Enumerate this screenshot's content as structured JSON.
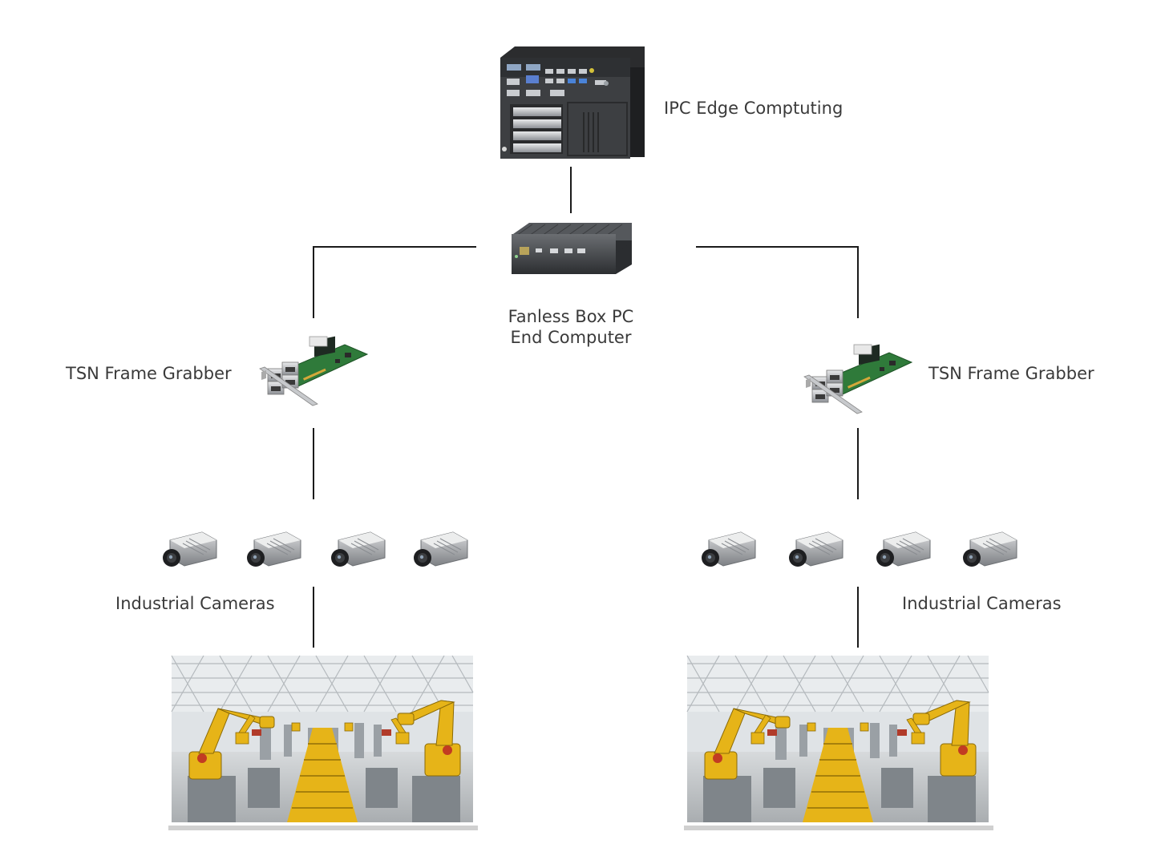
{
  "diagram": {
    "nodes": {
      "ipc": {
        "label": "IPC Edge Comptuting",
        "icon": "industrial-pc-icon"
      },
      "box_pc": {
        "label_line1": "Fanless Box PC",
        "label_line2": "End Computer",
        "icon": "fanless-box-pc-icon"
      },
      "grabber_left": {
        "label": "TSN Frame Grabber",
        "icon": "network-card-icon"
      },
      "grabber_right": {
        "label": "TSN Frame Grabber",
        "icon": "network-card-icon"
      },
      "cameras_left": {
        "label": "Industrial Cameras",
        "count": 4,
        "icon": "industrial-camera-icon"
      },
      "cameras_right": {
        "label": "Industrial Cameras",
        "count": 4,
        "icon": "industrial-camera-icon"
      },
      "factory_left": {
        "icon": "robotic-factory-photo"
      },
      "factory_right": {
        "icon": "robotic-factory-photo"
      }
    },
    "edges": [
      [
        "ipc",
        "box_pc"
      ],
      [
        "box_pc",
        "grabber_left"
      ],
      [
        "box_pc",
        "grabber_right"
      ],
      [
        "grabber_left",
        "cameras_left"
      ],
      [
        "grabber_right",
        "cameras_right"
      ],
      [
        "cameras_left",
        "factory_left"
      ],
      [
        "cameras_right",
        "factory_right"
      ]
    ],
    "colors": {
      "line": "#1a1a1a",
      "device_dark": "#3b3d40",
      "pcb_green": "#2f7a3a",
      "robot_yellow": "#e6b418",
      "factory_gray": "#c9cdd0"
    }
  }
}
